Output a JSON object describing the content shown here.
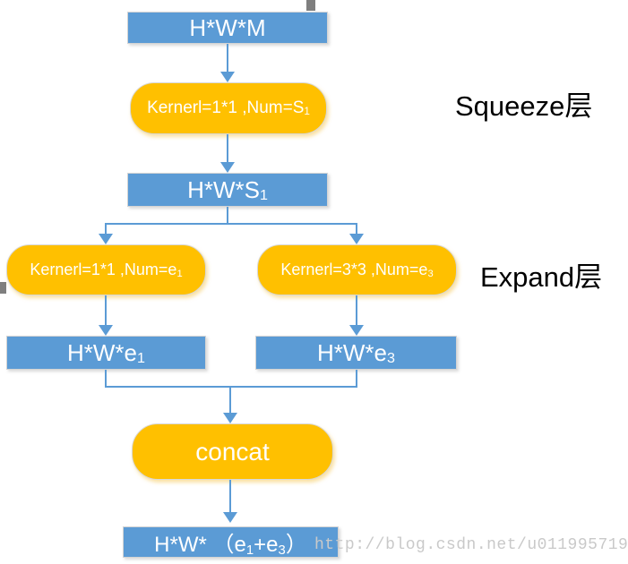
{
  "diagram": {
    "nodes": {
      "input": {
        "text": "H*W*M"
      },
      "squeeze_conv": {
        "text": "Kernerl=1*1 ,Num=S",
        "sub": "1"
      },
      "squeeze_out": {
        "text": "H*W*S",
        "sub": "1"
      },
      "expand1_conv": {
        "text": "Kernerl=1*1 ,Num=e",
        "sub": "1"
      },
      "expand3_conv": {
        "text": "Kernerl=3*3 ,Num=e",
        "sub": "3"
      },
      "expand1_out": {
        "text": "H*W*e",
        "sub": "1"
      },
      "expand3_out": {
        "text": "H*W*e",
        "sub": "3"
      },
      "concat": {
        "text": "concat"
      },
      "output": {
        "p1": "H*W* ",
        "p2": "（e",
        "sub1": "1",
        "p3": "+e",
        "sub2": "3",
        "p4": "）"
      }
    },
    "labels": {
      "squeeze": "Squeeze层",
      "expand": "Expand层"
    },
    "watermark": "http://blog.csdn.net/u011995719",
    "colors": {
      "box_blue": "#5B9BD5",
      "box_orange": "#FFC000",
      "arrow_blue": "#5B9BD5",
      "label_black": "#000000",
      "watermark_gray": "#C9C9C9"
    }
  }
}
